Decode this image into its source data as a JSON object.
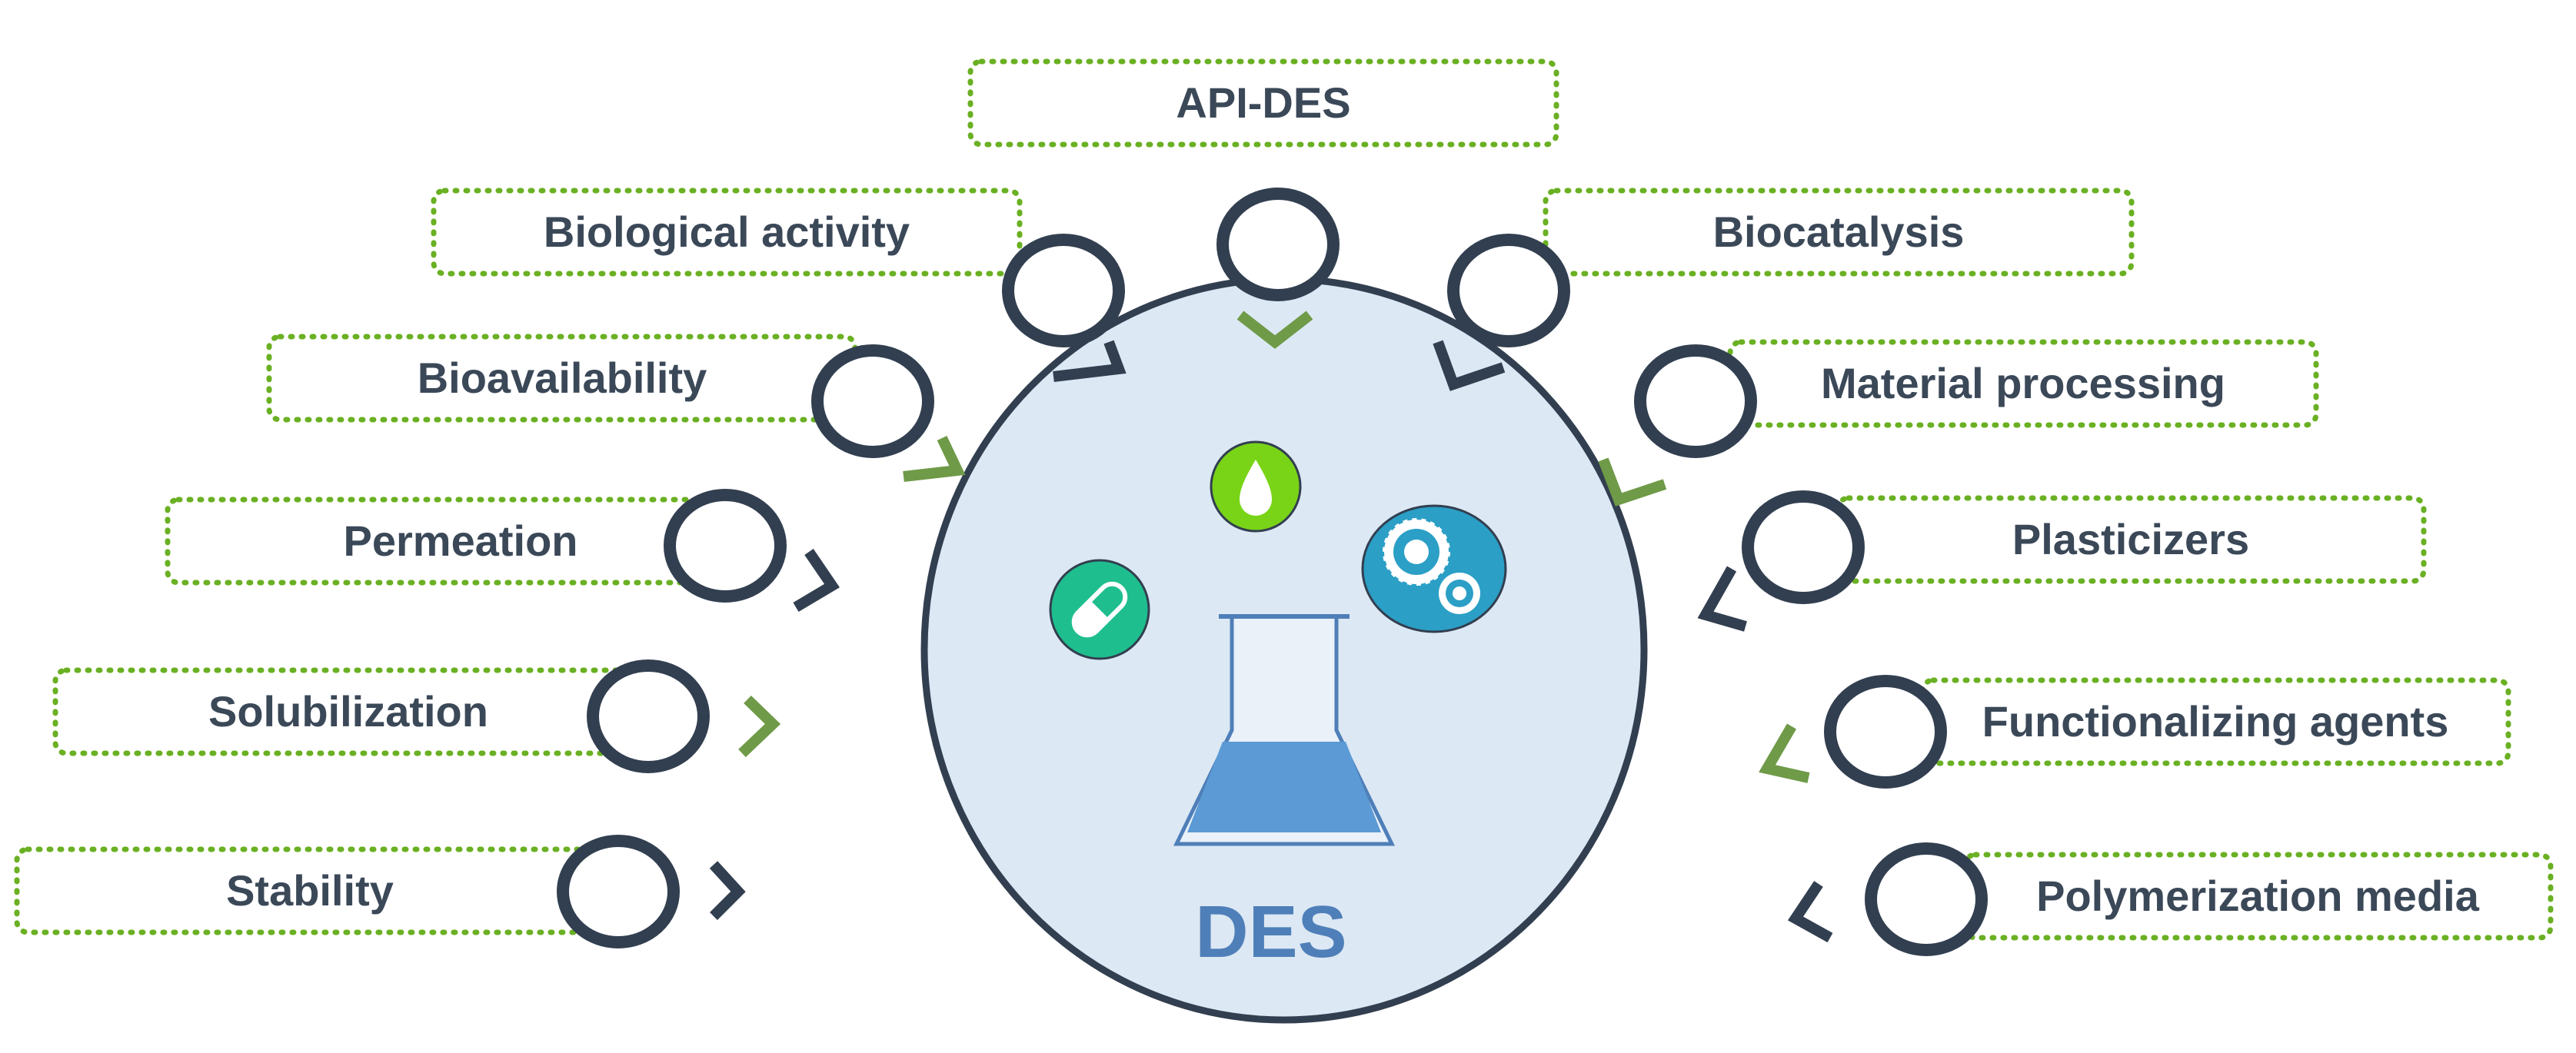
{
  "hub": {
    "label": "DES"
  },
  "colors": {
    "dash_green": "#6ab023",
    "ring_dark": "#323f50",
    "chevron_green": "#6f9a48",
    "chevron_dark": "#323f50",
    "hub_fill": "#dce8f4",
    "hub_stroke": "#323f50",
    "hub_text": "#4f7fb8",
    "liquid": "#5b9ad5",
    "pill_bg": "#1fbe8e",
    "drop_bg": "#79d417",
    "cell_bg": "#2b9fc6"
  },
  "icons": [
    "flask-icon",
    "pill-icon",
    "drop-icon",
    "cells-icon"
  ],
  "applications": [
    {
      "id": "api-des",
      "label": "API-DES"
    },
    {
      "id": "biological-activity",
      "label": "Biological activity"
    },
    {
      "id": "bioavailability",
      "label": "Bioavailability"
    },
    {
      "id": "permeation",
      "label": "Permeation"
    },
    {
      "id": "solubilization",
      "label": "Solubilization"
    },
    {
      "id": "stability",
      "label": "Stability"
    },
    {
      "id": "biocatalysis",
      "label": "Biocatalysis"
    },
    {
      "id": "material-processing",
      "label": "Material processing"
    },
    {
      "id": "plasticizers",
      "label": "Plasticizers"
    },
    {
      "id": "functionalizing-agents",
      "label": "Functionalizing agents"
    },
    {
      "id": "polymerization-media",
      "label": "Polymerization media"
    }
  ]
}
